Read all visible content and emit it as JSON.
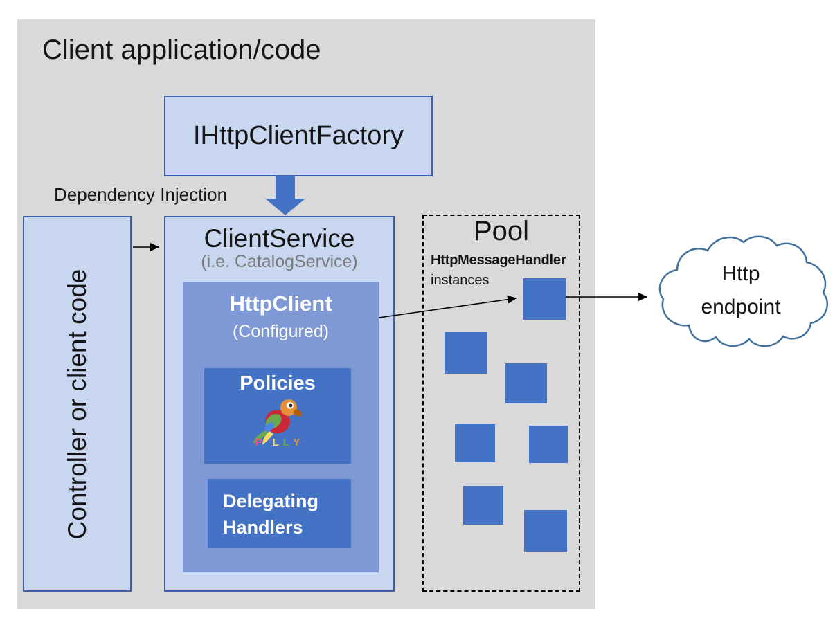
{
  "colors": {
    "accent_blue": "#4472c4",
    "light_blue_fill": "#c8d6f0",
    "medium_blue_fill": "#7e99d6",
    "box_border": "#3d5ea9",
    "background_gray": "#d9d9d9",
    "cloud_stroke": "#41719c",
    "arrow_black": "#000000"
  },
  "client_app": {
    "title": "Client application/code"
  },
  "factory": {
    "label": "IHttpClientFactory"
  },
  "di": {
    "label": "Dependency Injection"
  },
  "controller": {
    "label": "Controller or client code"
  },
  "client_service": {
    "title": "ClientService",
    "subtitle": "(i.e. CatalogService)"
  },
  "http_client": {
    "title": "HttpClient",
    "subtitle": "(Configured)"
  },
  "policies": {
    "label": "Policies",
    "logo": "polly-parrot-logo",
    "logo_letters": [
      "P",
      "L",
      "L",
      "Y"
    ]
  },
  "delegating_handlers": {
    "line1": "Delegating",
    "line2": "Handlers"
  },
  "pool": {
    "title": "Pool",
    "type_label": "HttpMessageHandler",
    "instances_label": "instances",
    "instance_count": 7
  },
  "endpoint": {
    "line1": "Http",
    "line2": "endpoint"
  }
}
